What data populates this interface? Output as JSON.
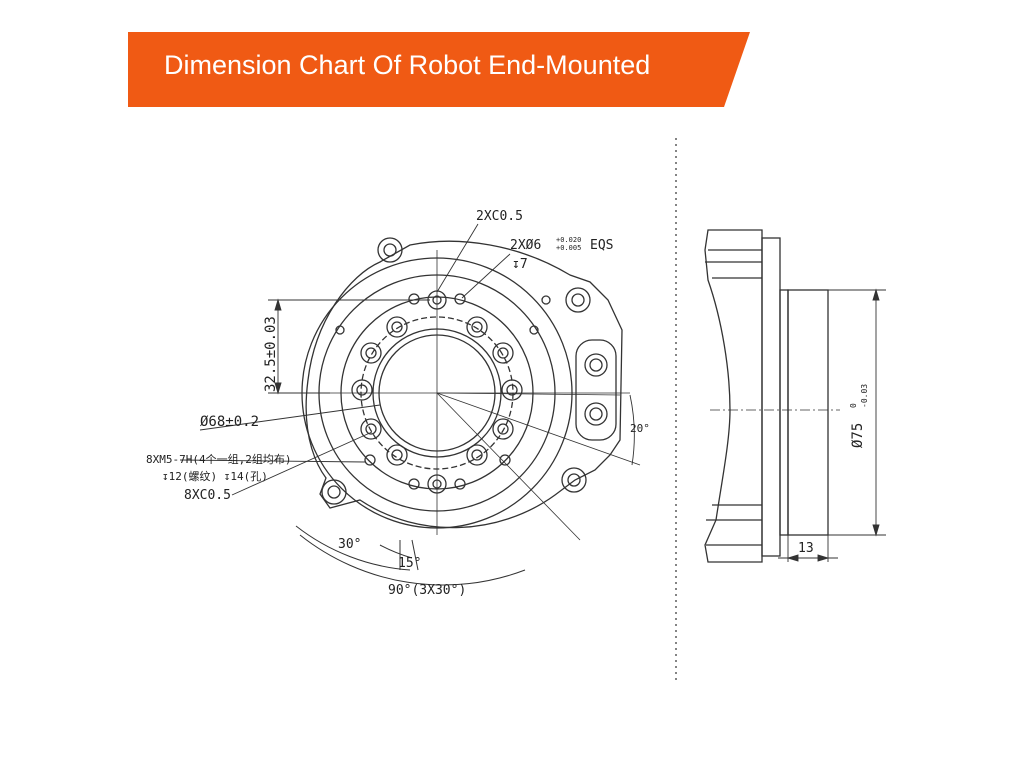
{
  "banner": {
    "title": "Dimension Chart Of Robot End-Mounted",
    "color": "#f05a14"
  },
  "front_view": {
    "labels": {
      "chamfer_top": "2XC0.5",
      "pin_hole": "2XØ6",
      "pin_tol_upper": "+0.020",
      "pin_tol_lower": "+0.005",
      "pin_eqs": "EQS",
      "pin_depth": "↧7",
      "offset_dim": "32.5±0.03",
      "diameter_68": "Ø68±0.2",
      "thread_spec": "8XM5-7H(4个一组,2组均布)",
      "thread_depth": "↧12(螺纹) ↧14(孔)",
      "chamfer_bottom": "8XC0.5",
      "angle_30": "30°",
      "angle_15": "15°",
      "angle_90": "90°(3X30°)",
      "angle_20": "20°"
    }
  },
  "side_view": {
    "labels": {
      "diameter_75": "Ø75",
      "diameter_75_tol_upper": "0",
      "diameter_75_tol_lower": "-0.03",
      "thickness": "13"
    }
  }
}
